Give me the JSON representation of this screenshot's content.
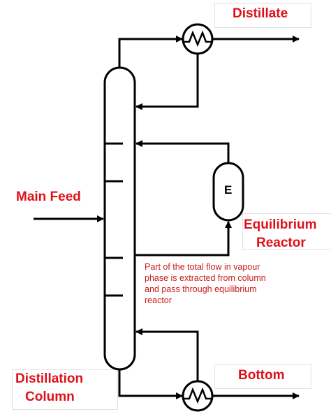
{
  "colors": {
    "label": "#e0101a",
    "note": "#cc1a1a",
    "line": "#000000"
  },
  "labels": {
    "distillate": "Distillate",
    "main_feed": "Main Feed",
    "reactor_line1": "Equilibrium",
    "reactor_line2": "Reactor",
    "bottom": "Bottom",
    "column_line1": "Distillation",
    "column_line2": "Column",
    "reactor_letter": "E"
  },
  "note": {
    "text": "Part of the total flow in vapour\nphase is extracted from column\nand pass through equilibrium\nreactor"
  },
  "icons": {
    "heat_exchanger": "heat-exchanger-icon",
    "arrow": "arrow-icon"
  }
}
